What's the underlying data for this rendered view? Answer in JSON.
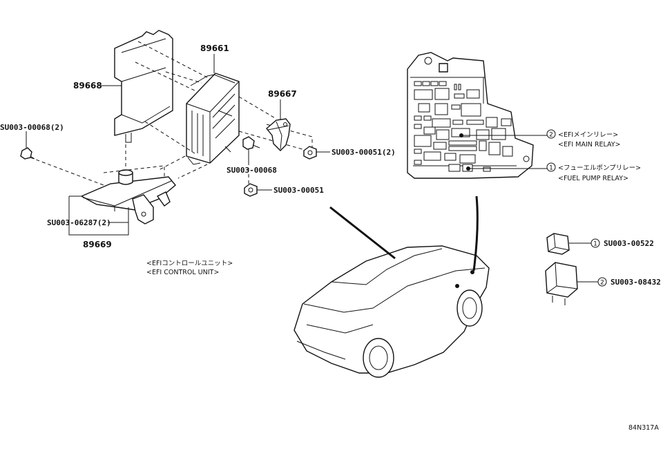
{
  "parts": {
    "p89661": "89661",
    "p89668": "89668",
    "p89667": "89667",
    "p89669": "89669",
    "su_00068_2": "SU003-00068(2)",
    "su_00068": "SU003-00068",
    "su_00051_2": "SU003-00051(2)",
    "su_00051": "SU003-00051",
    "su_06287_2": "SU003-06287(2)",
    "su_00522": "SU003-00522",
    "su_08432": "SU003-08432"
  },
  "captions": {
    "ecu_jp": "<EFIコントロールユニット>",
    "ecu_en": "<EFI CONTROL UNIT>",
    "main_relay_jp": "<EFIメインリレー>",
    "main_relay_en": "<EFI MAIN RELAY>",
    "fuel_relay_jp": "<フューエルポンプリレー>",
    "fuel_relay_en": "<FUEL PUMP RELAY>"
  },
  "callouts": {
    "one": "1",
    "two": "2"
  },
  "illustration_code": "84N317A"
}
